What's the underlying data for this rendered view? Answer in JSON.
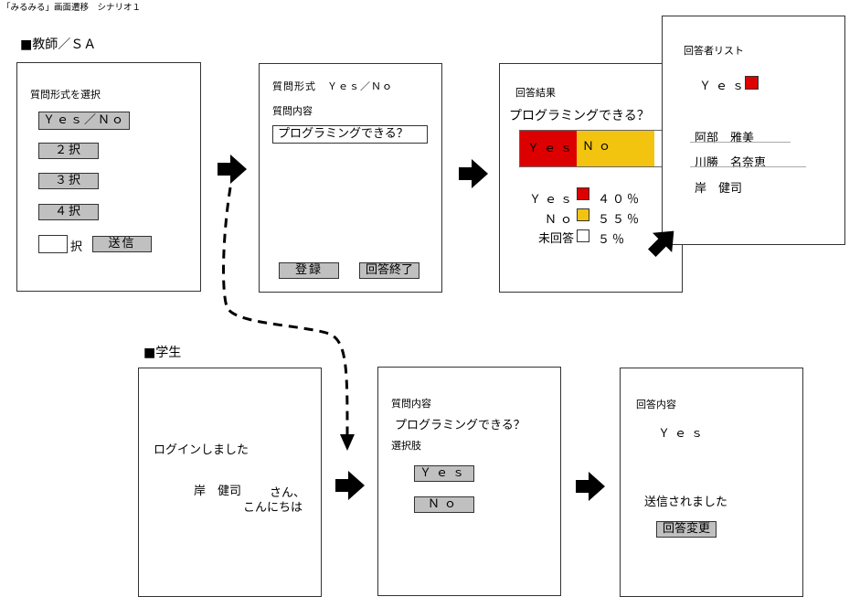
{
  "title": "「みるみる」画面遷移　シナリオ１",
  "teacher_label": "■教師／ＳＡ",
  "student_label": "■学生",
  "colors": {
    "yes": "#dd0000",
    "no": "#f2c40f",
    "button": "#c0c0c0"
  },
  "screen1": {
    "heading": "質問形式を選択",
    "options": [
      "Ｙｅｓ／Ｎｏ",
      "２択",
      "３択",
      "４択"
    ],
    "custom_suffix": "択",
    "custom_value": "",
    "send": "送信"
  },
  "screen2": {
    "format_label": "質問形式　Ｙｅｓ／Ｎｏ",
    "content_label": "質問内容",
    "question": "プログラミングできる？",
    "register": "登録",
    "end": "回答終了"
  },
  "screen3": {
    "heading": "回答結果",
    "question": "プログラミングできる？",
    "bar": [
      {
        "label": "Ｙｅｓ",
        "percent": 40
      },
      {
        "label": "Ｎｏ",
        "percent": 55
      },
      {
        "label": "",
        "percent": 5
      }
    ],
    "legend": [
      {
        "label": "Ｙｅｓ",
        "value": "４０％"
      },
      {
        "label": "Ｎｏ",
        "value": "５５％"
      },
      {
        "label": "未回答",
        "value": "５％"
      }
    ]
  },
  "screen4": {
    "heading": "回答者リスト",
    "filter": "Ｙｅｓ",
    "names": [
      "阿部　雅美",
      "川勝　名奈恵",
      "岸　健司"
    ]
  },
  "screen5": {
    "message": "ログインしました",
    "name": "岸　健司",
    "san": "さん、",
    "hello": "こんにちは"
  },
  "screen6": {
    "content_label": "質問内容",
    "question": "プログラミングできる？",
    "choices_label": "選択肢",
    "choices": [
      "Ｙｅｓ",
      "Ｎｏ"
    ]
  },
  "screen7": {
    "heading": "回答内容",
    "answer": "Ｙｅｓ",
    "sent": "送信されました",
    "change": "回答変更"
  }
}
